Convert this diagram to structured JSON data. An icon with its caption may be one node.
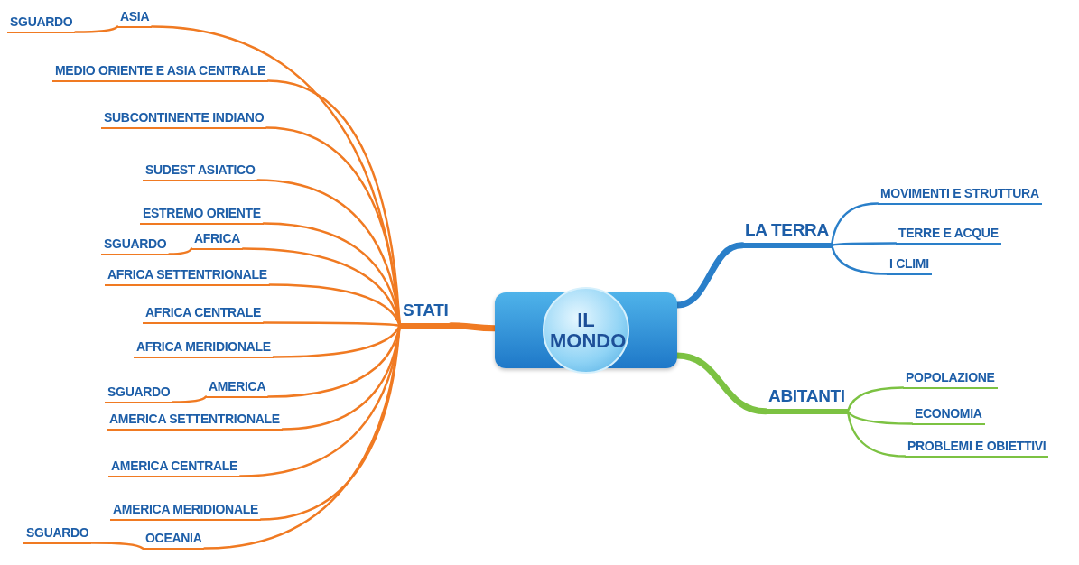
{
  "diagram": {
    "nodes": [
      {
        "text": [
          "IL MONDO"
        ]
      },
      {
        "text": [
          "STATI"
        ]
      },
      {
        "text": [
          "SGUARDO"
        ]
      },
      {
        "text": [
          "ASIA"
        ]
      },
      {
        "text": [
          "MEDIO ORIENTE E ASIA CENTRALE"
        ]
      },
      {
        "text": [
          "SUBCONTINENTE INDIANO"
        ]
      },
      {
        "text": [
          "SUDEST ASIATICO"
        ]
      },
      {
        "text": [
          "ESTREMO ORIENTE"
        ]
      },
      {
        "text": [
          "SGUARDO"
        ]
      },
      {
        "text": [
          "AFRICA"
        ]
      },
      {
        "text": [
          "AFRICA SETTENTRIONALE"
        ]
      },
      {
        "text": [
          "AFRICA CENTRALE"
        ]
      },
      {
        "text": [
          "AFRICA MERIDIONALE"
        ]
      },
      {
        "text": [
          "SGUARDO"
        ]
      },
      {
        "text": [
          "AMERICA"
        ]
      },
      {
        "text": [
          "AMERICA SETTENTRIONALE"
        ]
      },
      {
        "text": [
          "AMERICA CENTRALE"
        ]
      },
      {
        "text": [
          "AMERICA MERIDIONALE"
        ]
      },
      {
        "text": [
          "SGUARDO"
        ]
      },
      {
        "text": [
          "OCEANIA"
        ]
      },
      {
        "text": [
          "LA TERRA"
        ]
      },
      {
        "text": [
          "MOVIMENTI E STRUTTURA"
        ]
      },
      {
        "text": [
          "TERRE E ACQUE"
        ]
      },
      {
        "text": [
          "I CLIMI"
        ]
      },
      {
        "text": [
          "ABITANTI"
        ]
      },
      {
        "text": [
          "POPOLAZIONE"
        ]
      },
      {
        "text": [
          "ECONOMIA"
        ]
      },
      {
        "text": [
          "PROBLEMI E OBIETTIVI"
        ]
      }
    ],
    "edges": [
      {
        "from": 0,
        "to": 1,
        "arrow": "none",
        "style": "thick"
      },
      {
        "from": 1,
        "to": 3,
        "arrow": "none"
      },
      {
        "from": 1,
        "to": 4,
        "arrow": "none"
      },
      {
        "from": 1,
        "to": 5,
        "arrow": "none"
      },
      {
        "from": 1,
        "to": 6,
        "arrow": "none"
      },
      {
        "from": 1,
        "to": 7,
        "arrow": "none"
      },
      {
        "from": 1,
        "to": 9,
        "arrow": "none"
      },
      {
        "from": 1,
        "to": 10,
        "arrow": "none"
      },
      {
        "from": 1,
        "to": 11,
        "arrow": "none"
      },
      {
        "from": 1,
        "to": 12,
        "arrow": "none"
      },
      {
        "from": 1,
        "to": 14,
        "arrow": "none"
      },
      {
        "from": 1,
        "to": 15,
        "arrow": "none"
      },
      {
        "from": 1,
        "to": 16,
        "arrow": "none"
      },
      {
        "from": 1,
        "to": 17,
        "arrow": "none"
      },
      {
        "from": 1,
        "to": 19,
        "arrow": "none"
      },
      {
        "from": 3,
        "to": 2,
        "arrow": "none"
      },
      {
        "from": 9,
        "to": 8,
        "arrow": "none"
      },
      {
        "from": 14,
        "to": 13,
        "arrow": "none"
      },
      {
        "from": 19,
        "to": 18,
        "arrow": "none"
      },
      {
        "from": 0,
        "to": 20,
        "arrow": "none",
        "style": "thick",
        "color": "#2a7fc9"
      },
      {
        "from": 20,
        "to": 21,
        "arrow": "none",
        "color": "#2a7fc9"
      },
      {
        "from": 20,
        "to": 22,
        "arrow": "none",
        "color": "#2a7fc9"
      },
      {
        "from": 20,
        "to": 23,
        "arrow": "none",
        "color": "#2a7fc9"
      },
      {
        "from": 0,
        "to": 24,
        "arrow": "none",
        "style": "thick",
        "color": "#7cc242"
      },
      {
        "from": 24,
        "to": 25,
        "arrow": "none",
        "color": "#7cc242"
      },
      {
        "from": 24,
        "to": 26,
        "arrow": "none",
        "color": "#7cc242"
      },
      {
        "from": 24,
        "to": 27,
        "arrow": "none",
        "color": "#7cc242"
      }
    ]
  }
}
